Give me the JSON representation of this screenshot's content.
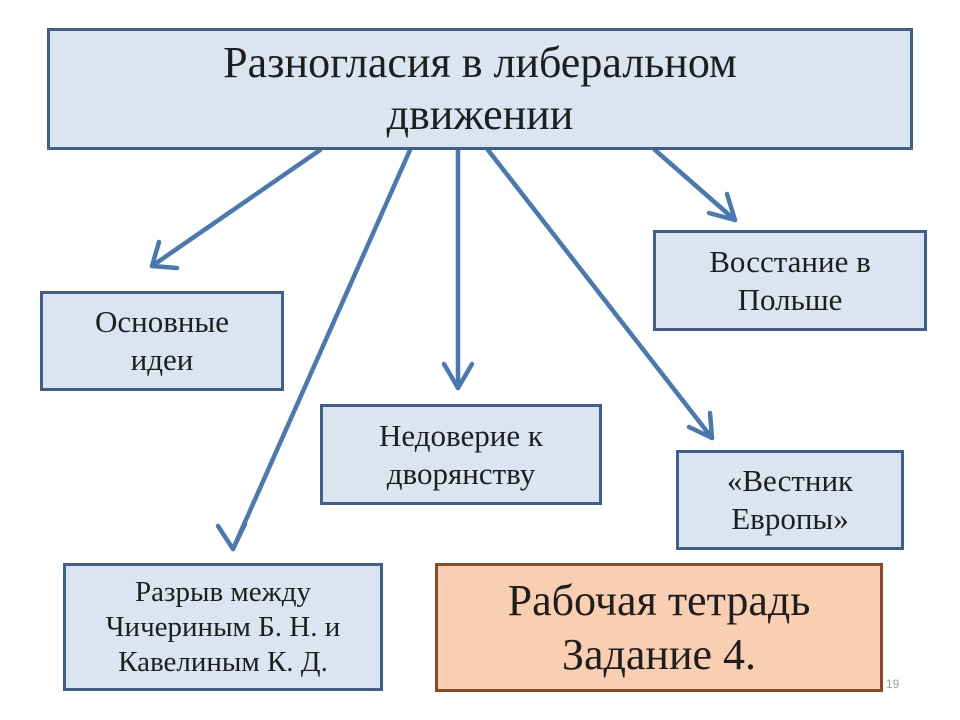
{
  "title": {
    "line1": "Разногласия  в либеральном",
    "line2": "движении"
  },
  "boxes": {
    "ideas": {
      "line1": "Основные",
      "line2": "идеи"
    },
    "poland": {
      "line1": "Восстание в",
      "line2": "Польше"
    },
    "distrust": {
      "line1": "Недоверие к",
      "line2": "дворянству"
    },
    "vestnik": {
      "line1": "«Вестник",
      "line2": "Европы»"
    },
    "rift": {
      "line1": "Разрыв между",
      "line2": "Чичериным Б. Н. и",
      "line3": "Кавелиным К. Д."
    },
    "workbook": {
      "line1": "Рабочая тетрадь",
      "line2": "Задание 4."
    }
  },
  "page_number": "19",
  "colors": {
    "box_fill": "#dbe5f1",
    "box_border": "#3f5f8c",
    "arrow": "#4a78b0",
    "workbook_fill": "#f9cfb2",
    "workbook_border": "#8b4a22"
  }
}
